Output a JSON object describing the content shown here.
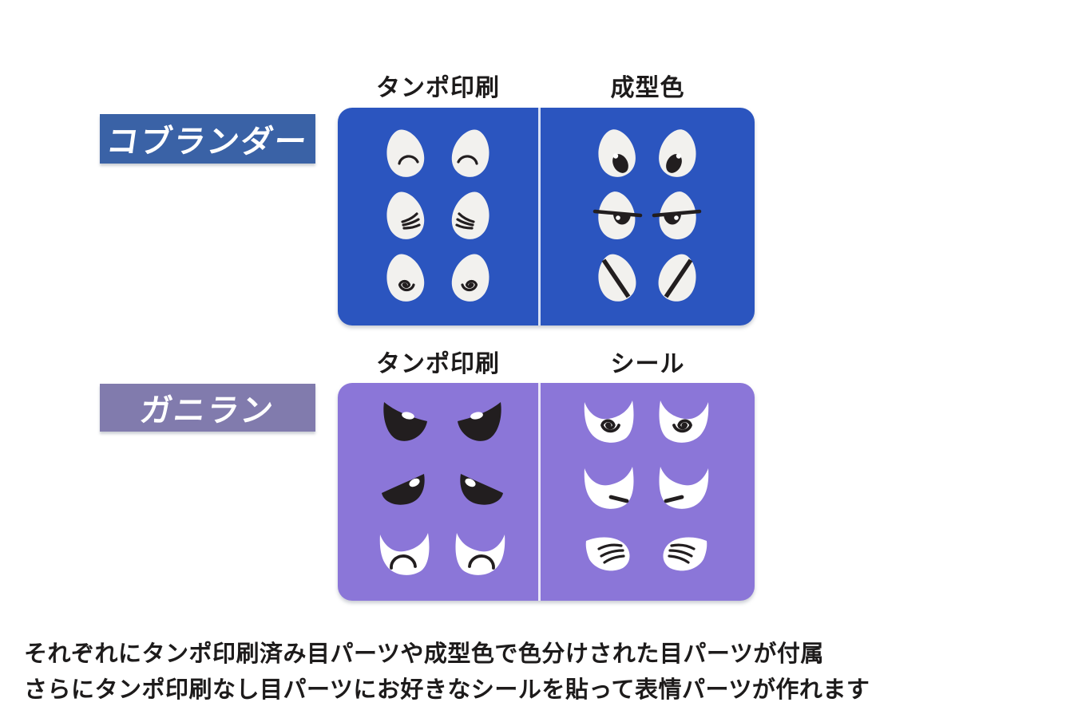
{
  "colors": {
    "bg": "#ffffff",
    "panel-blue": "#2b55bf",
    "label-blue": "#3a62a6",
    "panel-purple": "#8b76d8",
    "label-purple": "#817bad",
    "ink": "#221e1f",
    "egg-white": "#f2f1ee",
    "pure-white": "#ffffff",
    "text": "#1d1b1b"
  },
  "sections": [
    {
      "label": "コブランダー",
      "columns": [
        {
          "header": "タンポ印刷"
        },
        {
          "header": "成型色"
        }
      ],
      "left_panel_eyes": [
        "closed-wink-arc",
        "triple-lash-wink",
        "dizzy-spiral"
      ],
      "right_panel_eyes": [
        "pupil-look",
        "half-lidded-annoyed",
        "crossed-out-slash"
      ]
    },
    {
      "label": "ガニラン",
      "columns": [
        {
          "header": "タンポ印刷"
        },
        {
          "header": "シール"
        }
      ],
      "left_panel_eyes": [
        "angry-glare",
        "droopy-sad",
        "white-arc-wink"
      ],
      "right_panel_eyes": [
        "dizzy-spiral-sticker",
        "squint-dash-sticker",
        "triple-lash-sticker"
      ]
    }
  ],
  "footer": {
    "line1": "それぞれにタンポ印刷済み目パーツや成型色で色分けされた目パーツが付属",
    "line2": "さらにタンポ印刷なし目パーツにお好きなシールを貼って表情パーツが作れます"
  }
}
